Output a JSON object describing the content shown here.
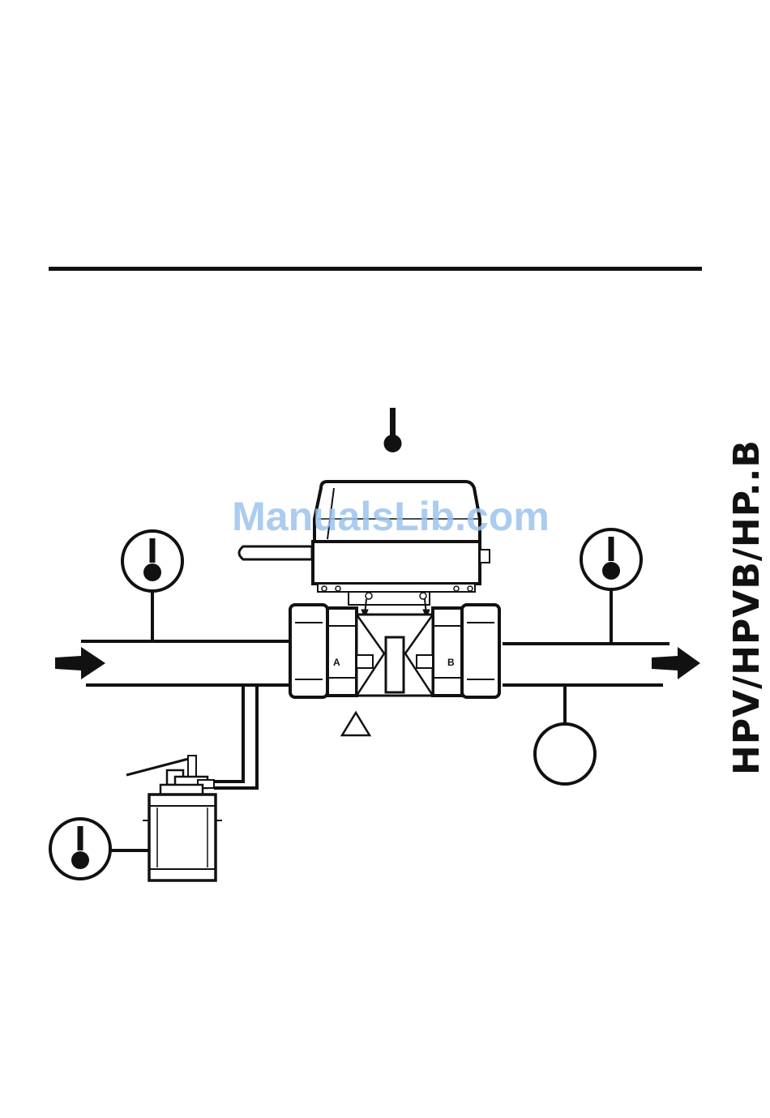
{
  "side_title": "HPV/HPVB/HP..B",
  "watermark": "ManualsLib.com",
  "port_a_label": "A",
  "port_b_label": "B",
  "colors": {
    "ink": "#111111",
    "watermark": "#9cc3ee",
    "background": "#ffffff"
  },
  "icons": {
    "thermometer_top": "thermometer-icon",
    "thermometer_inlet": "thermometer-in-circle-icon",
    "thermometer_outlet": "thermometer-in-circle-icon",
    "thermometer_pump": "thermometer-in-circle-icon",
    "warning": "warning-triangle-icon",
    "gauge": "empty-circle-icon",
    "flow_in": "arrow-right-icon",
    "flow_out": "arrow-right-icon"
  }
}
